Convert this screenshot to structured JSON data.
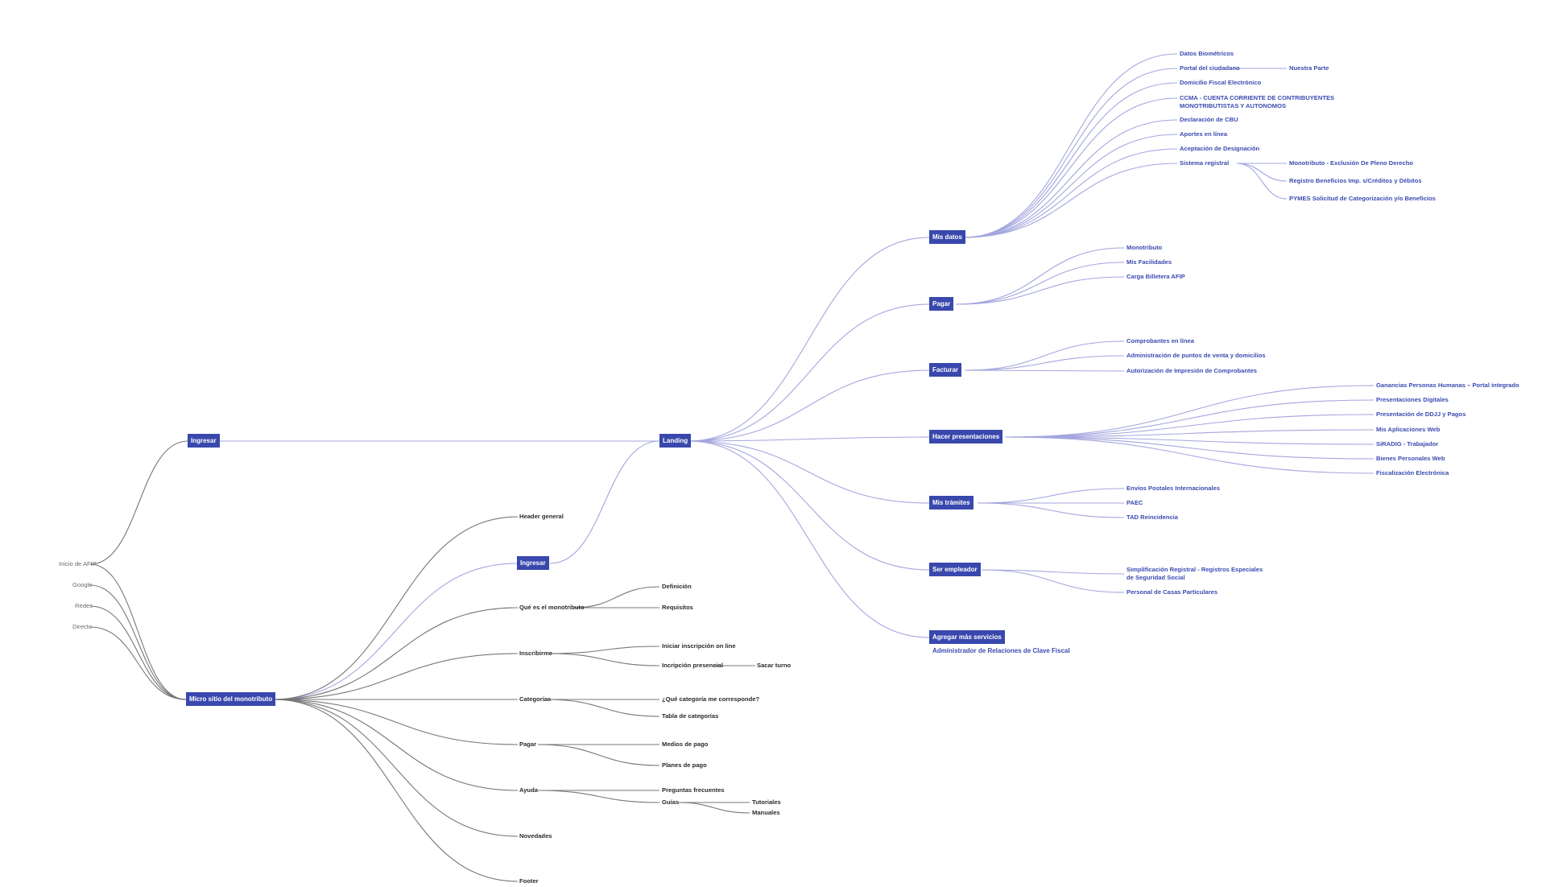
{
  "sources": [
    "Inicio de AFIP",
    "Google",
    "Redes",
    "Directo"
  ],
  "nodes": {
    "ingresar_top": "Ingresar",
    "micro": "Micro sitio del monotributo",
    "landing": "Landing",
    "ingresar_mid": "Ingresar",
    "header": "Header general",
    "que_es": "Qué es el monotributo",
    "definicion": "Definición",
    "requisitos": "Requisitos",
    "inscribirme": "Inscribirme",
    "iniciar": "Iniciar inscripción on line",
    "presencial": "Incripción presencial",
    "sacar_turno": "Sacar turno",
    "categorias": "Categorías",
    "que_categoria": "¿Qué categoría me corresponde?",
    "tabla": "Tabla de categorías",
    "pagar_gray": "Pagar",
    "medios": "Medios de pago",
    "planes": "Planes de pago",
    "ayuda": "Ayuda",
    "preguntas": "Preguntas frecuentes",
    "guias": "Guías",
    "tutoriales": "Tutoriales",
    "manuales": "Manuales",
    "novedades": "Novedades",
    "footer": "Footer",
    "mis_datos": "Mis datos",
    "pagar_blue": "Pagar",
    "facturar": "Facturar",
    "hacer": "Hacer presentaciones",
    "tramites": "Mis trámites",
    "empleador": "Ser empleador",
    "agregar": "Agregar más servicios",
    "agregar_sub": "Administrador de Relaciones de Clave Fiscal",
    "biometricos": "Datos Biométricos",
    "portal": "Portal del ciudadano",
    "nuestra": "Nuestra Parte",
    "domicilio": "Domicilio Fiscal Electrónico",
    "ccma1": "CCMA - CUENTA CORRIENTE DE CONTRIBUYENTES",
    "ccma2": "MONOTRIBUTISTAS Y AUTONOMOS",
    "cbu": "Declaración de CBU",
    "aportes": "Aportes en línea",
    "aceptacion": "Aceptación de Designación",
    "sistema": "Sistema registral",
    "exclusion": "Monotributo - Exclusión De Pleno Derecho",
    "registro": "Registro Beneficios Imp. s/Créditos y Débitos",
    "pymes": "PYMES Solicitud de Categorización y/o Beneficios",
    "monotributo": "Monotributo",
    "facilidades": "Mis Facilidades",
    "billetera": "Carga Billetera AFIP",
    "comprobantes": "Comprobantes en línea",
    "puntos": "Administración de puntos de venta y domicilios",
    "autorizacion": "Autorización de Impresión de Comprobantes",
    "ganancias": "Ganancias Personas Humanas – Portal integrado",
    "digitales": "Presentaciones Digitales",
    "ddjj": "Presentación de DDJJ y Pagos",
    "aplicaciones": "Mis Aplicaciones Web",
    "siradig": "SiRADIG - Trabajador",
    "bienes": "Bienes Personales Web",
    "fiscalizacion": "Fiscalización Electrónica",
    "envios": "Envíos Postales Internacionales",
    "paec": "PAEC",
    "tad": "TAD Reincidencia",
    "simplificacion1": "Simplificación Registral - Registros Especiales",
    "simplificacion2": "de Seguridad Social",
    "casas": "Personal de Casas Particulares"
  },
  "colors": {
    "node_fill": "#3948ad",
    "blue_edge": "#a3a6de",
    "gray_edge": "#777777"
  }
}
